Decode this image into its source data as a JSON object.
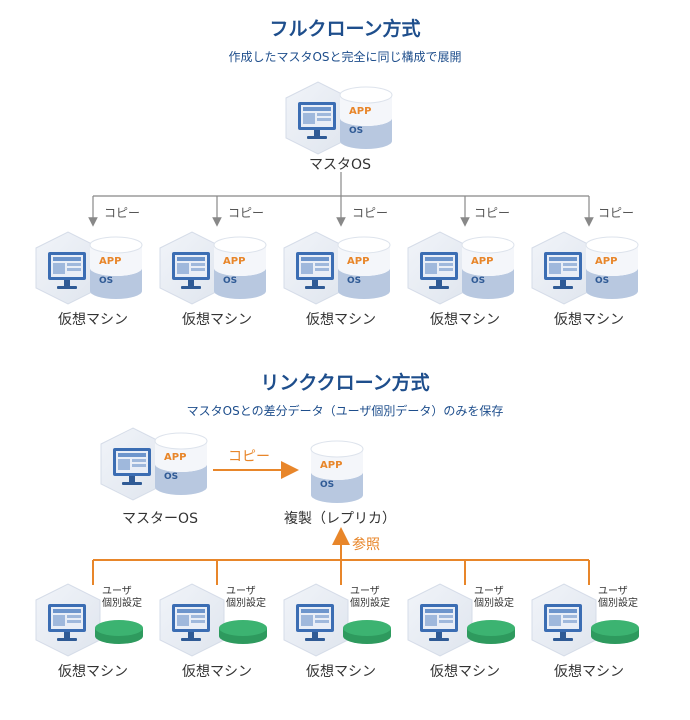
{
  "full_clone": {
    "title": "フルクローン方式",
    "subtitle": "作成したマスタOSと完全に同じ構成で展開",
    "master_label": "マスタOS",
    "app_label": "APP",
    "os_label": "OS",
    "copy_label": "コピー",
    "vms": [
      {
        "label": "仮想マシン"
      },
      {
        "label": "仮想マシン"
      },
      {
        "label": "仮想マシン"
      },
      {
        "label": "仮想マシン"
      },
      {
        "label": "仮想マシン"
      }
    ]
  },
  "link_clone": {
    "title": "リンククローン方式",
    "subtitle": "マスタOSとの差分データ（ユーザ個別データ）のみを保存",
    "master_label": "マスターOS",
    "copy_label": "コピー",
    "replica_label": "複製（レプリカ）",
    "ref_label": "参照",
    "user_label_line1": "ユーザ",
    "user_label_line2": "個別設定",
    "vms": [
      {
        "label": "仮想マシン"
      },
      {
        "label": "仮想マシン"
      },
      {
        "label": "仮想マシン"
      },
      {
        "label": "仮想マシン"
      },
      {
        "label": "仮想マシン"
      }
    ]
  },
  "colors": {
    "title": "#1e4e8c",
    "orange": "#e8862a",
    "green": "#3cb371",
    "db_os": "#b8c8e0",
    "monitor": "#3b6db3"
  }
}
